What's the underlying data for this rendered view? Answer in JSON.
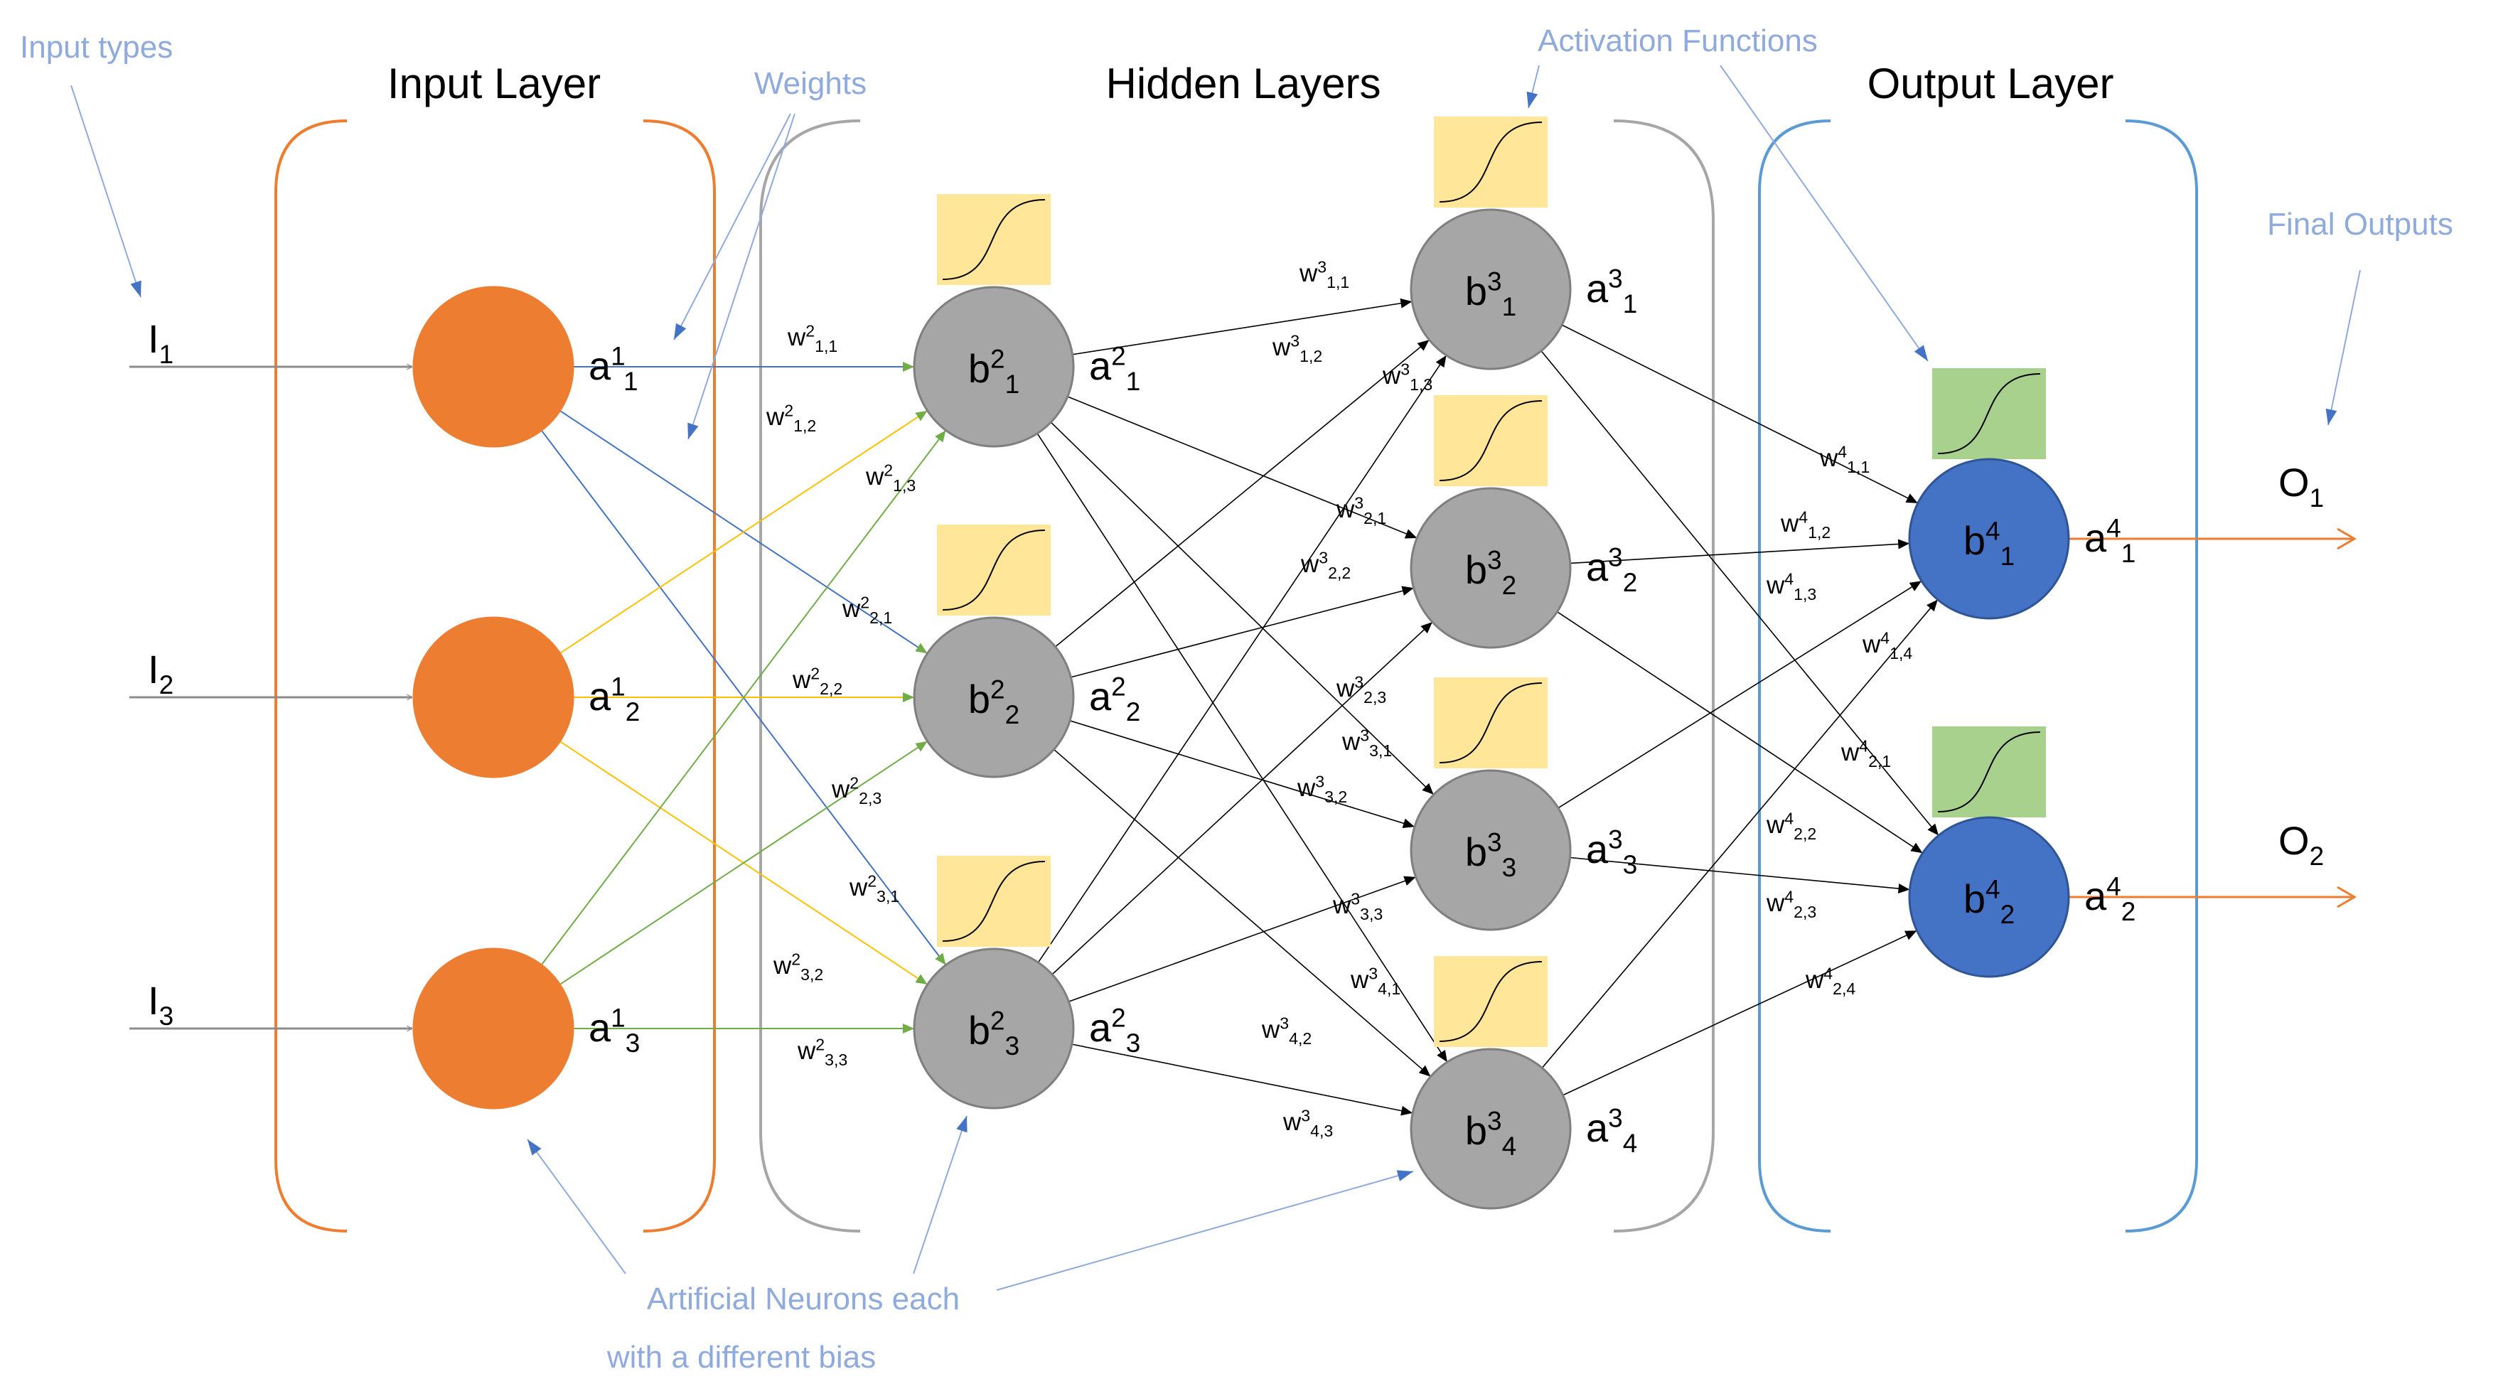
{
  "colors": {
    "input": "#ed7d31",
    "hidden": "#a6a6a6",
    "hidden_stroke": "#7f7f7f",
    "output": "#4472c4",
    "output_stroke": "#2f5597",
    "output_bracket": "#5b9bd5",
    "callout": "#8faadc",
    "activation_hidden": "#ffe699",
    "activation_output": "#a9d18e",
    "edge_blue": "#4472c4",
    "edge_yellow": "#ffc000",
    "edge_green": "#70ad47",
    "edge_black": "#000000",
    "input_arrow": "#8c8c8c",
    "output_arrow": "#ed7d31"
  },
  "titles": {
    "input": "Input Layer",
    "hidden": "Hidden Layers",
    "output": "Output Layer"
  },
  "callouts": {
    "input_types": "Input types",
    "weights": "Weights",
    "activation": "Activation Functions",
    "final_outputs": "Final Outputs",
    "neurons_line1": "Artificial Neurons each",
    "neurons_line2": "with a different bias"
  },
  "inputs": [
    {
      "base": "I",
      "sub": "1"
    },
    {
      "base": "I",
      "sub": "2"
    },
    {
      "base": "I",
      "sub": "3"
    }
  ],
  "outputs": [
    {
      "base": "O",
      "sub": "1"
    },
    {
      "base": "O",
      "sub": "2"
    }
  ],
  "layers": [
    {
      "key": "input",
      "neurons": [
        {
          "bias": "",
          "act": {
            "base": "a",
            "sup": "1",
            "sub": "1"
          }
        },
        {
          "bias": "",
          "act": {
            "base": "a",
            "sup": "1",
            "sub": "2"
          }
        },
        {
          "bias": "",
          "act": {
            "base": "a",
            "sup": "1",
            "sub": "3"
          }
        }
      ]
    },
    {
      "key": "hidden1",
      "neurons": [
        {
          "bias": {
            "base": "b",
            "sup": "2",
            "sub": "1"
          },
          "act": {
            "base": "a",
            "sup": "2",
            "sub": "1"
          }
        },
        {
          "bias": {
            "base": "b",
            "sup": "2",
            "sub": "2"
          },
          "act": {
            "base": "a",
            "sup": "2",
            "sub": "2"
          }
        },
        {
          "bias": {
            "base": "b",
            "sup": "2",
            "sub": "3"
          },
          "act": {
            "base": "a",
            "sup": "2",
            "sub": "3"
          }
        }
      ]
    },
    {
      "key": "hidden2",
      "neurons": [
        {
          "bias": {
            "base": "b",
            "sup": "3",
            "sub": "1"
          },
          "act": {
            "base": "a",
            "sup": "3",
            "sub": "1"
          }
        },
        {
          "bias": {
            "base": "b",
            "sup": "3",
            "sub": "2"
          },
          "act": {
            "base": "a",
            "sup": "3",
            "sub": "2"
          }
        },
        {
          "bias": {
            "base": "b",
            "sup": "3",
            "sub": "3"
          },
          "act": {
            "base": "a",
            "sup": "3",
            "sub": "3"
          }
        },
        {
          "bias": {
            "base": "b",
            "sup": "3",
            "sub": "4"
          },
          "act": {
            "base": "a",
            "sup": "3",
            "sub": "4"
          }
        }
      ]
    },
    {
      "key": "output",
      "neurons": [
        {
          "bias": {
            "base": "b",
            "sup": "4",
            "sub": "1"
          },
          "act": {
            "base": "a",
            "sup": "4",
            "sub": "1"
          }
        },
        {
          "bias": {
            "base": "b",
            "sup": "4",
            "sub": "2"
          },
          "act": {
            "base": "a",
            "sup": "4",
            "sub": "2"
          }
        }
      ]
    }
  ],
  "weights": {
    "layer2": [
      {
        "sup": "2",
        "sub": "1,1"
      },
      {
        "sup": "2",
        "sub": "1,2"
      },
      {
        "sup": "2",
        "sub": "1,3"
      },
      {
        "sup": "2",
        "sub": "2,1"
      },
      {
        "sup": "2",
        "sub": "2,2"
      },
      {
        "sup": "2",
        "sub": "2,3"
      },
      {
        "sup": "2",
        "sub": "3,1"
      },
      {
        "sup": "2",
        "sub": "3,2"
      },
      {
        "sup": "2",
        "sub": "3,3"
      }
    ],
    "layer3": [
      {
        "sup": "3",
        "sub": "1,1"
      },
      {
        "sup": "3",
        "sub": "1,2"
      },
      {
        "sup": "3",
        "sub": "1,3"
      },
      {
        "sup": "3",
        "sub": "2,1"
      },
      {
        "sup": "3",
        "sub": "2,2"
      },
      {
        "sup": "3",
        "sub": "2,3"
      },
      {
        "sup": "3",
        "sub": "3,1"
      },
      {
        "sup": "3",
        "sub": "3,2"
      },
      {
        "sup": "3",
        "sub": "3,3"
      },
      {
        "sup": "3",
        "sub": "4,1"
      },
      {
        "sup": "3",
        "sub": "4,2"
      },
      {
        "sup": "3",
        "sub": "4,3"
      }
    ],
    "layer4": [
      {
        "sup": "4",
        "sub": "1,1"
      },
      {
        "sup": "4",
        "sub": "1,2"
      },
      {
        "sup": "4",
        "sub": "1,3"
      },
      {
        "sup": "4",
        "sub": "1,4"
      },
      {
        "sup": "4",
        "sub": "2,1"
      },
      {
        "sup": "4",
        "sub": "2,2"
      },
      {
        "sup": "4",
        "sub": "2,3"
      },
      {
        "sup": "4",
        "sub": "2,4"
      }
    ]
  }
}
